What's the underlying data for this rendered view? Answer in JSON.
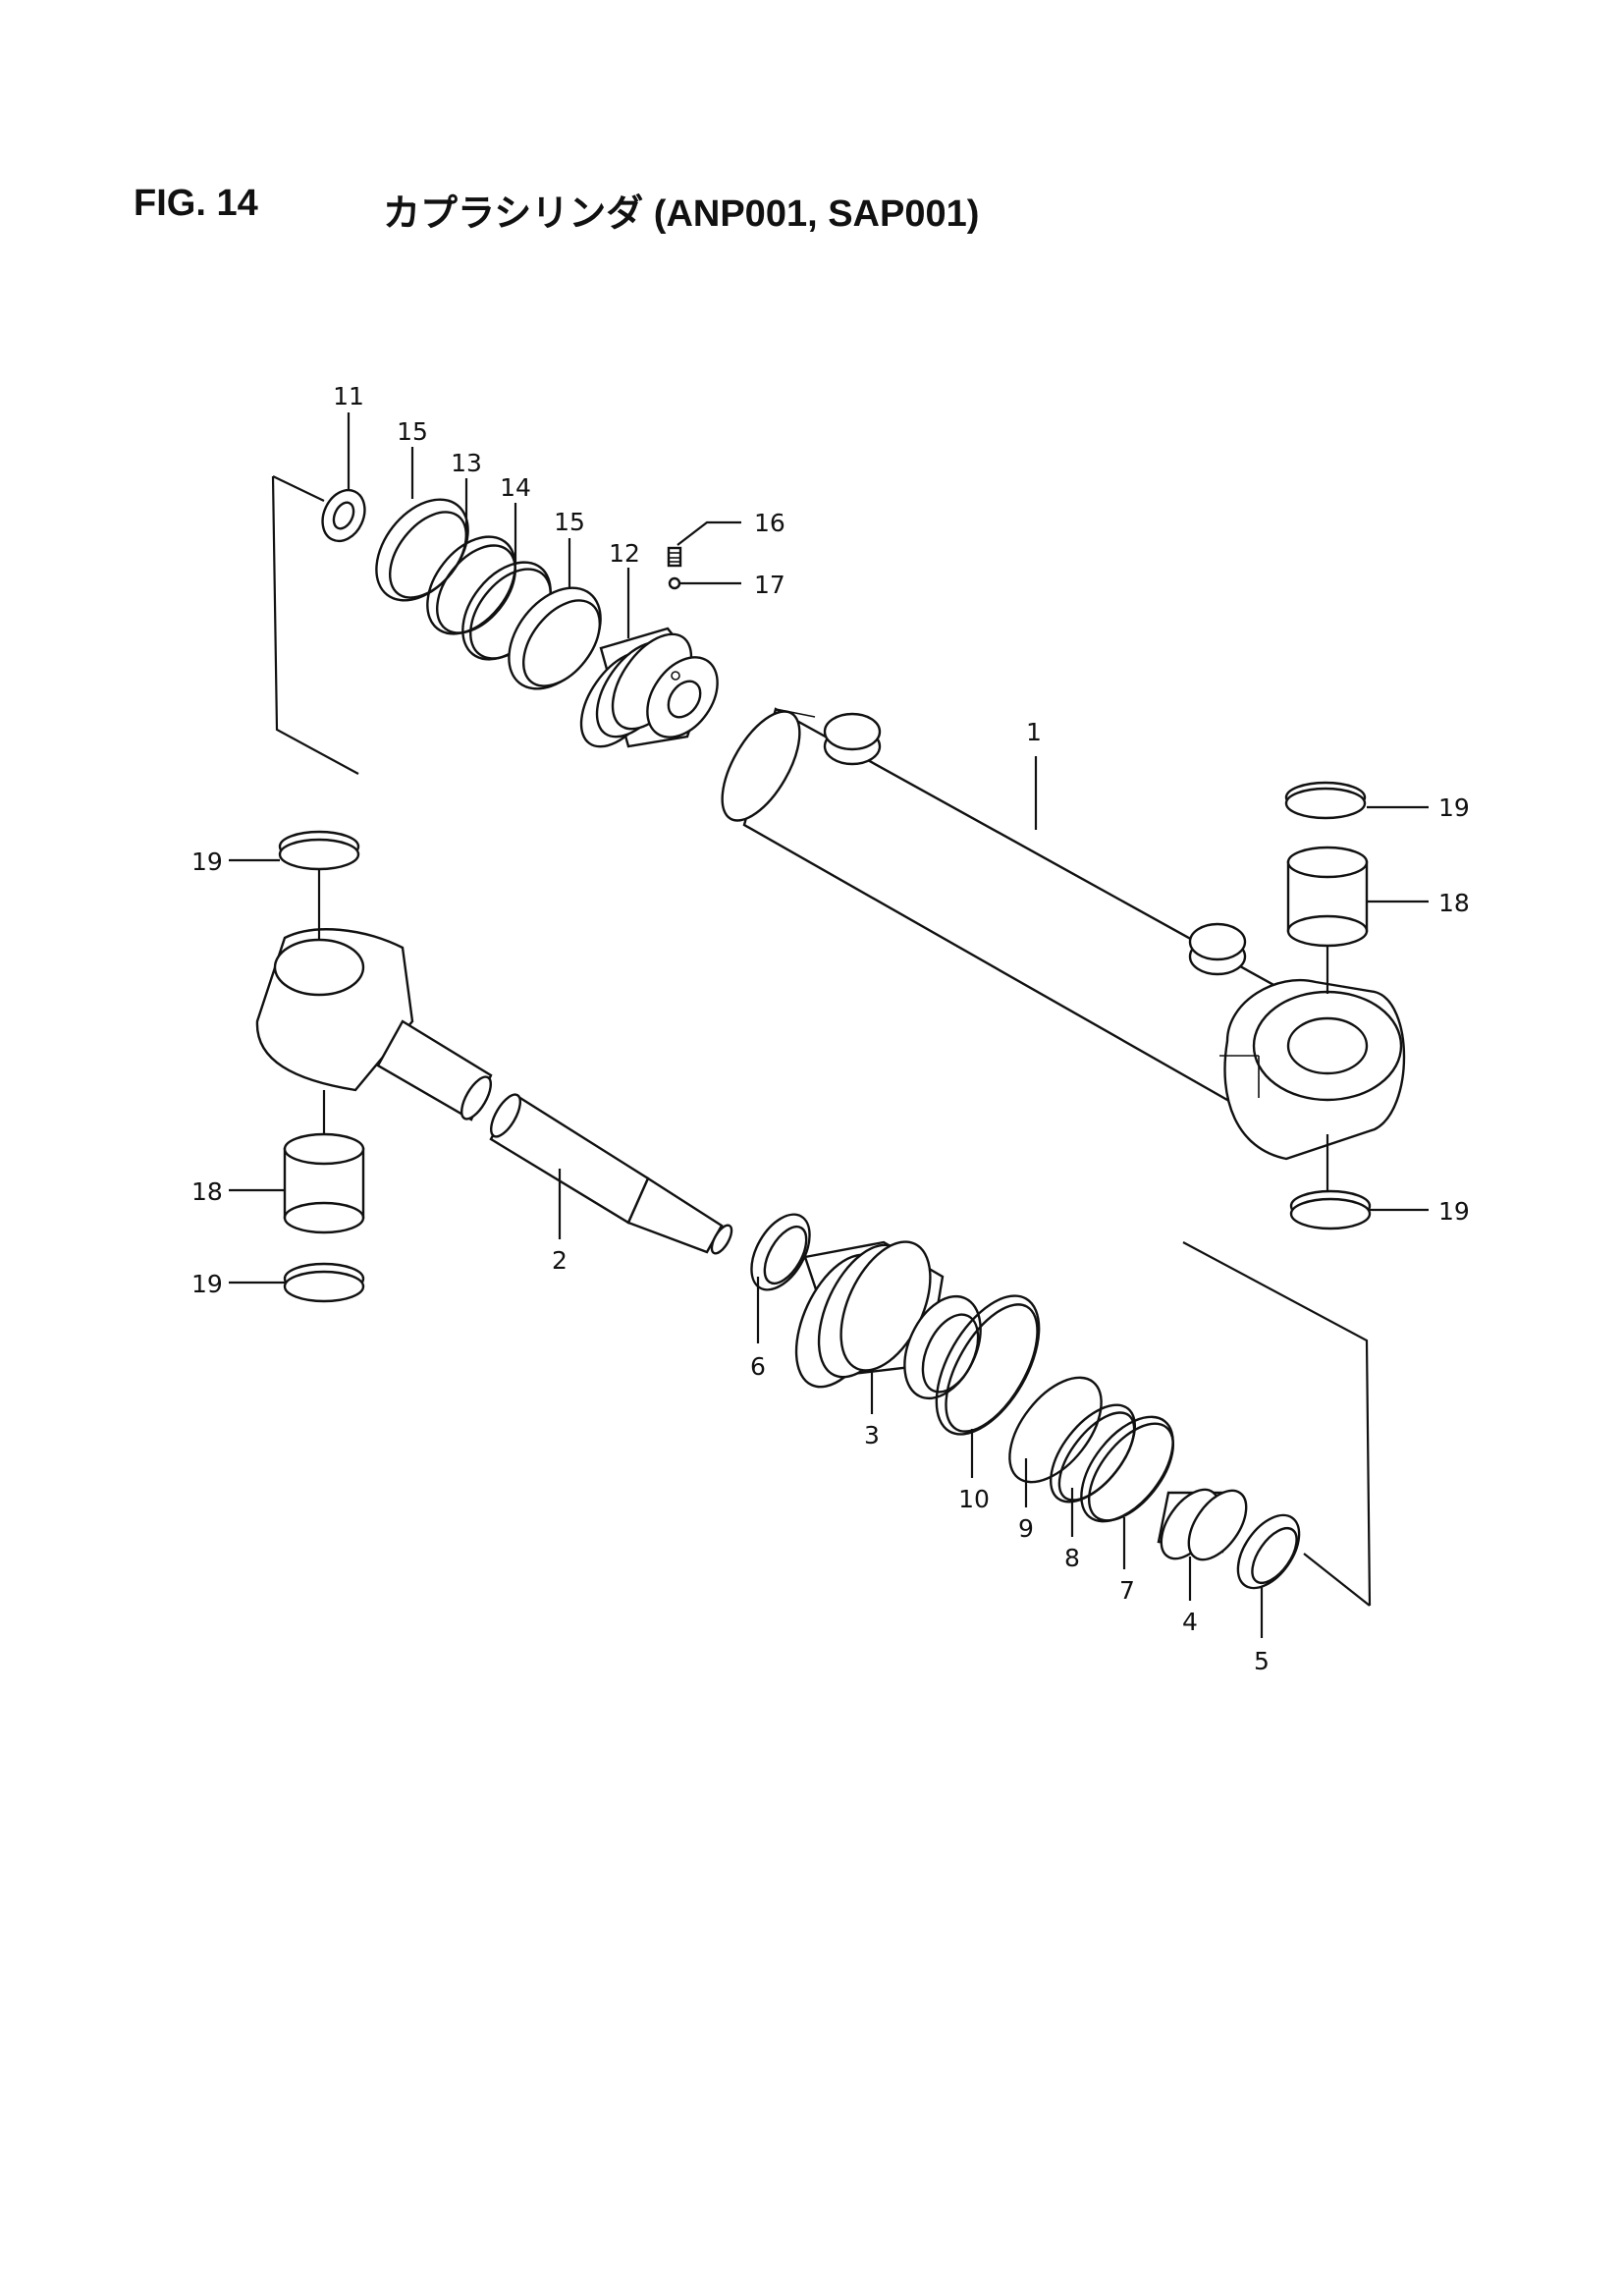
{
  "figure": {
    "number": "FIG. 14",
    "caption": "カプラシリンダ (ANP001, SAP001)"
  },
  "callouts": [
    "1",
    "2",
    "3",
    "4",
    "5",
    "6",
    "7",
    "8",
    "9",
    "10",
    "11",
    "12",
    "13",
    "14",
    "15",
    "15",
    "16",
    "17",
    "18",
    "18",
    "19",
    "19",
    "19",
    "19"
  ],
  "labels": {
    "c1": "1",
    "c2": "2",
    "c3": "3",
    "c4": "4",
    "c5": "5",
    "c6": "6",
    "c7": "7",
    "c8": "8",
    "c9": "9",
    "c10": "10",
    "c11": "11",
    "c12": "12",
    "c13": "13",
    "c14": "14",
    "c15a": "15",
    "c15b": "15",
    "c16": "16",
    "c17": "17",
    "c18a": "18",
    "c18b": "18",
    "c19a": "19",
    "c19b": "19",
    "c19c": "19",
    "c19d": "19"
  }
}
